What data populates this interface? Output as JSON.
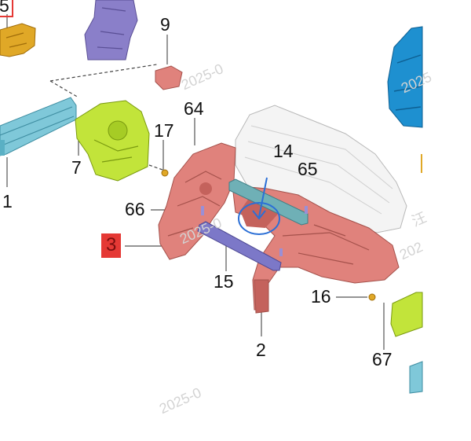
{
  "diagram": {
    "callouts": [
      {
        "id": "5",
        "text": "5"
      },
      {
        "id": "9",
        "text": "9"
      },
      {
        "id": "64",
        "text": "64"
      },
      {
        "id": "17",
        "text": "17"
      },
      {
        "id": "14",
        "text": "14"
      },
      {
        "id": "65",
        "text": "65"
      },
      {
        "id": "7",
        "text": "7"
      },
      {
        "id": "1",
        "text": "1"
      },
      {
        "id": "66",
        "text": "66"
      },
      {
        "id": "3",
        "text": "3",
        "highlighted": true
      },
      {
        "id": "15",
        "text": "15"
      },
      {
        "id": "16",
        "text": "16"
      },
      {
        "id": "2",
        "text": "2"
      },
      {
        "id": "67",
        "text": "67"
      }
    ],
    "watermarks": [
      "2025-0",
      "2025",
      "2025-0",
      "202",
      "汪",
      "2025-0"
    ],
    "colors": {
      "main_assembly": "#e0827c",
      "main_assembly_dark": "#b9504a",
      "crossmember_14": "#6fb0b6",
      "crossmember_15": "#7c78c8",
      "part_1": "#7fc8d9",
      "part_7": "#c2e43a",
      "part_5": "#e0a827",
      "bracket_top": "#8a7fc9",
      "part_right": "#1e90d0",
      "highlight": "#e53935",
      "selection_circle": "#2b6fd6"
    }
  }
}
